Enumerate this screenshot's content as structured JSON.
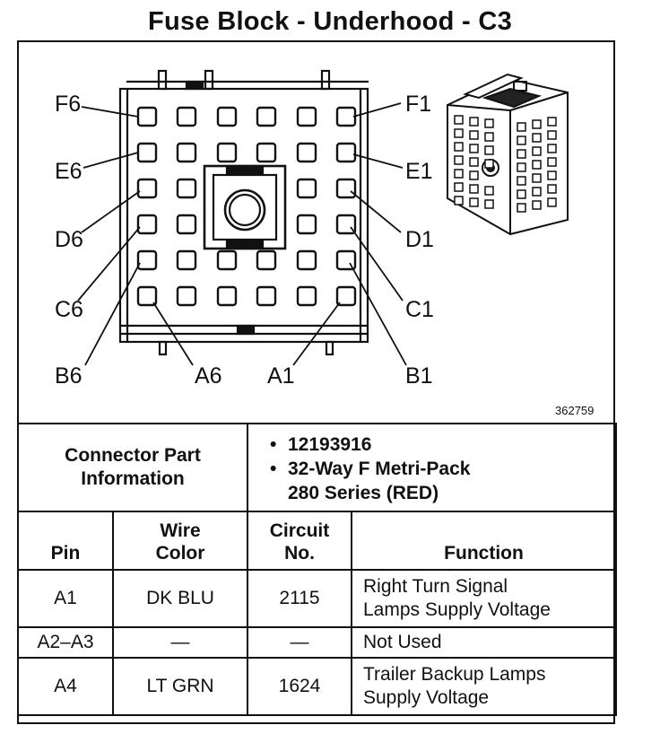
{
  "title": "Fuse Block - Underhood - C3",
  "diagram": {
    "pin_labels_left": [
      "F6",
      "E6",
      "D6",
      "C6",
      "B6"
    ],
    "pin_labels_right": [
      "F1",
      "E1",
      "D1",
      "C1",
      "B1"
    ],
    "pin_labels_bottom": [
      "A6",
      "A1"
    ],
    "reference_number": "362759"
  },
  "connector_part_information": {
    "label_line1": "Connector Part",
    "label_line2": "Information",
    "part_number": "12193916",
    "description_line1": "32-Way F Metri-Pack",
    "description_line2": "280 Series (RED)"
  },
  "pin_table": {
    "headers": {
      "pin": "Pin",
      "wire_color_line1": "Wire",
      "wire_color_line2": "Color",
      "circuit_line1": "Circuit",
      "circuit_line2": "No.",
      "function": "Function"
    },
    "rows": [
      {
        "pin": "A1",
        "wire_color": "DK BLU",
        "circuit": "2115",
        "function_line1": "Right Turn Signal",
        "function_line2": "Lamps Supply Voltage"
      },
      {
        "pin": "A2–A3",
        "wire_color": "—",
        "circuit": "—",
        "function_line1": "Not Used",
        "function_line2": ""
      },
      {
        "pin": "A4",
        "wire_color": "LT GRN",
        "circuit": "1624",
        "function_line1": "Trailer Backup Lamps",
        "function_line2": "Supply Voltage"
      }
    ]
  }
}
